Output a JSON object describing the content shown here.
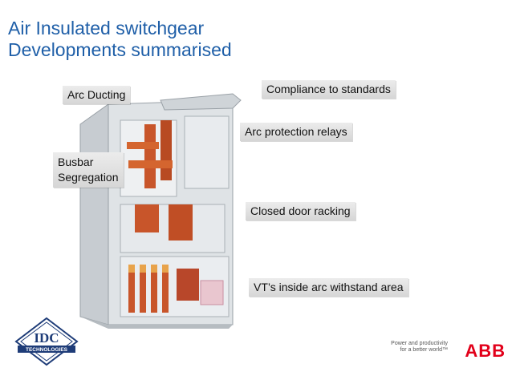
{
  "slide": {
    "title_line1": "Air Insulated switchgear",
    "title_line2": "Developments summarised"
  },
  "labels": {
    "arc_ducting": "Arc Ducting",
    "compliance": "Compliance to standards",
    "arc_protection": "Arc protection relays",
    "busbar_1": "Busbar",
    "busbar_2": "Segregation",
    "closed_door": "Closed door racking",
    "vt_inside": "VT’s inside arc withstand area"
  },
  "logos": {
    "idc_line1": "IDC",
    "idc_line2": "TECHNOLOGIES",
    "abb_tagline1": "Power and productivity",
    "abb_tagline2": "for a better world™",
    "abb_wordmark": "ABB"
  },
  "colors": {
    "title": "#1f5fa8",
    "copper": "#c8552a",
    "cabinet": "#dadfe3",
    "idc_blue": "#1e3c78",
    "abb_red": "#e2001a"
  }
}
